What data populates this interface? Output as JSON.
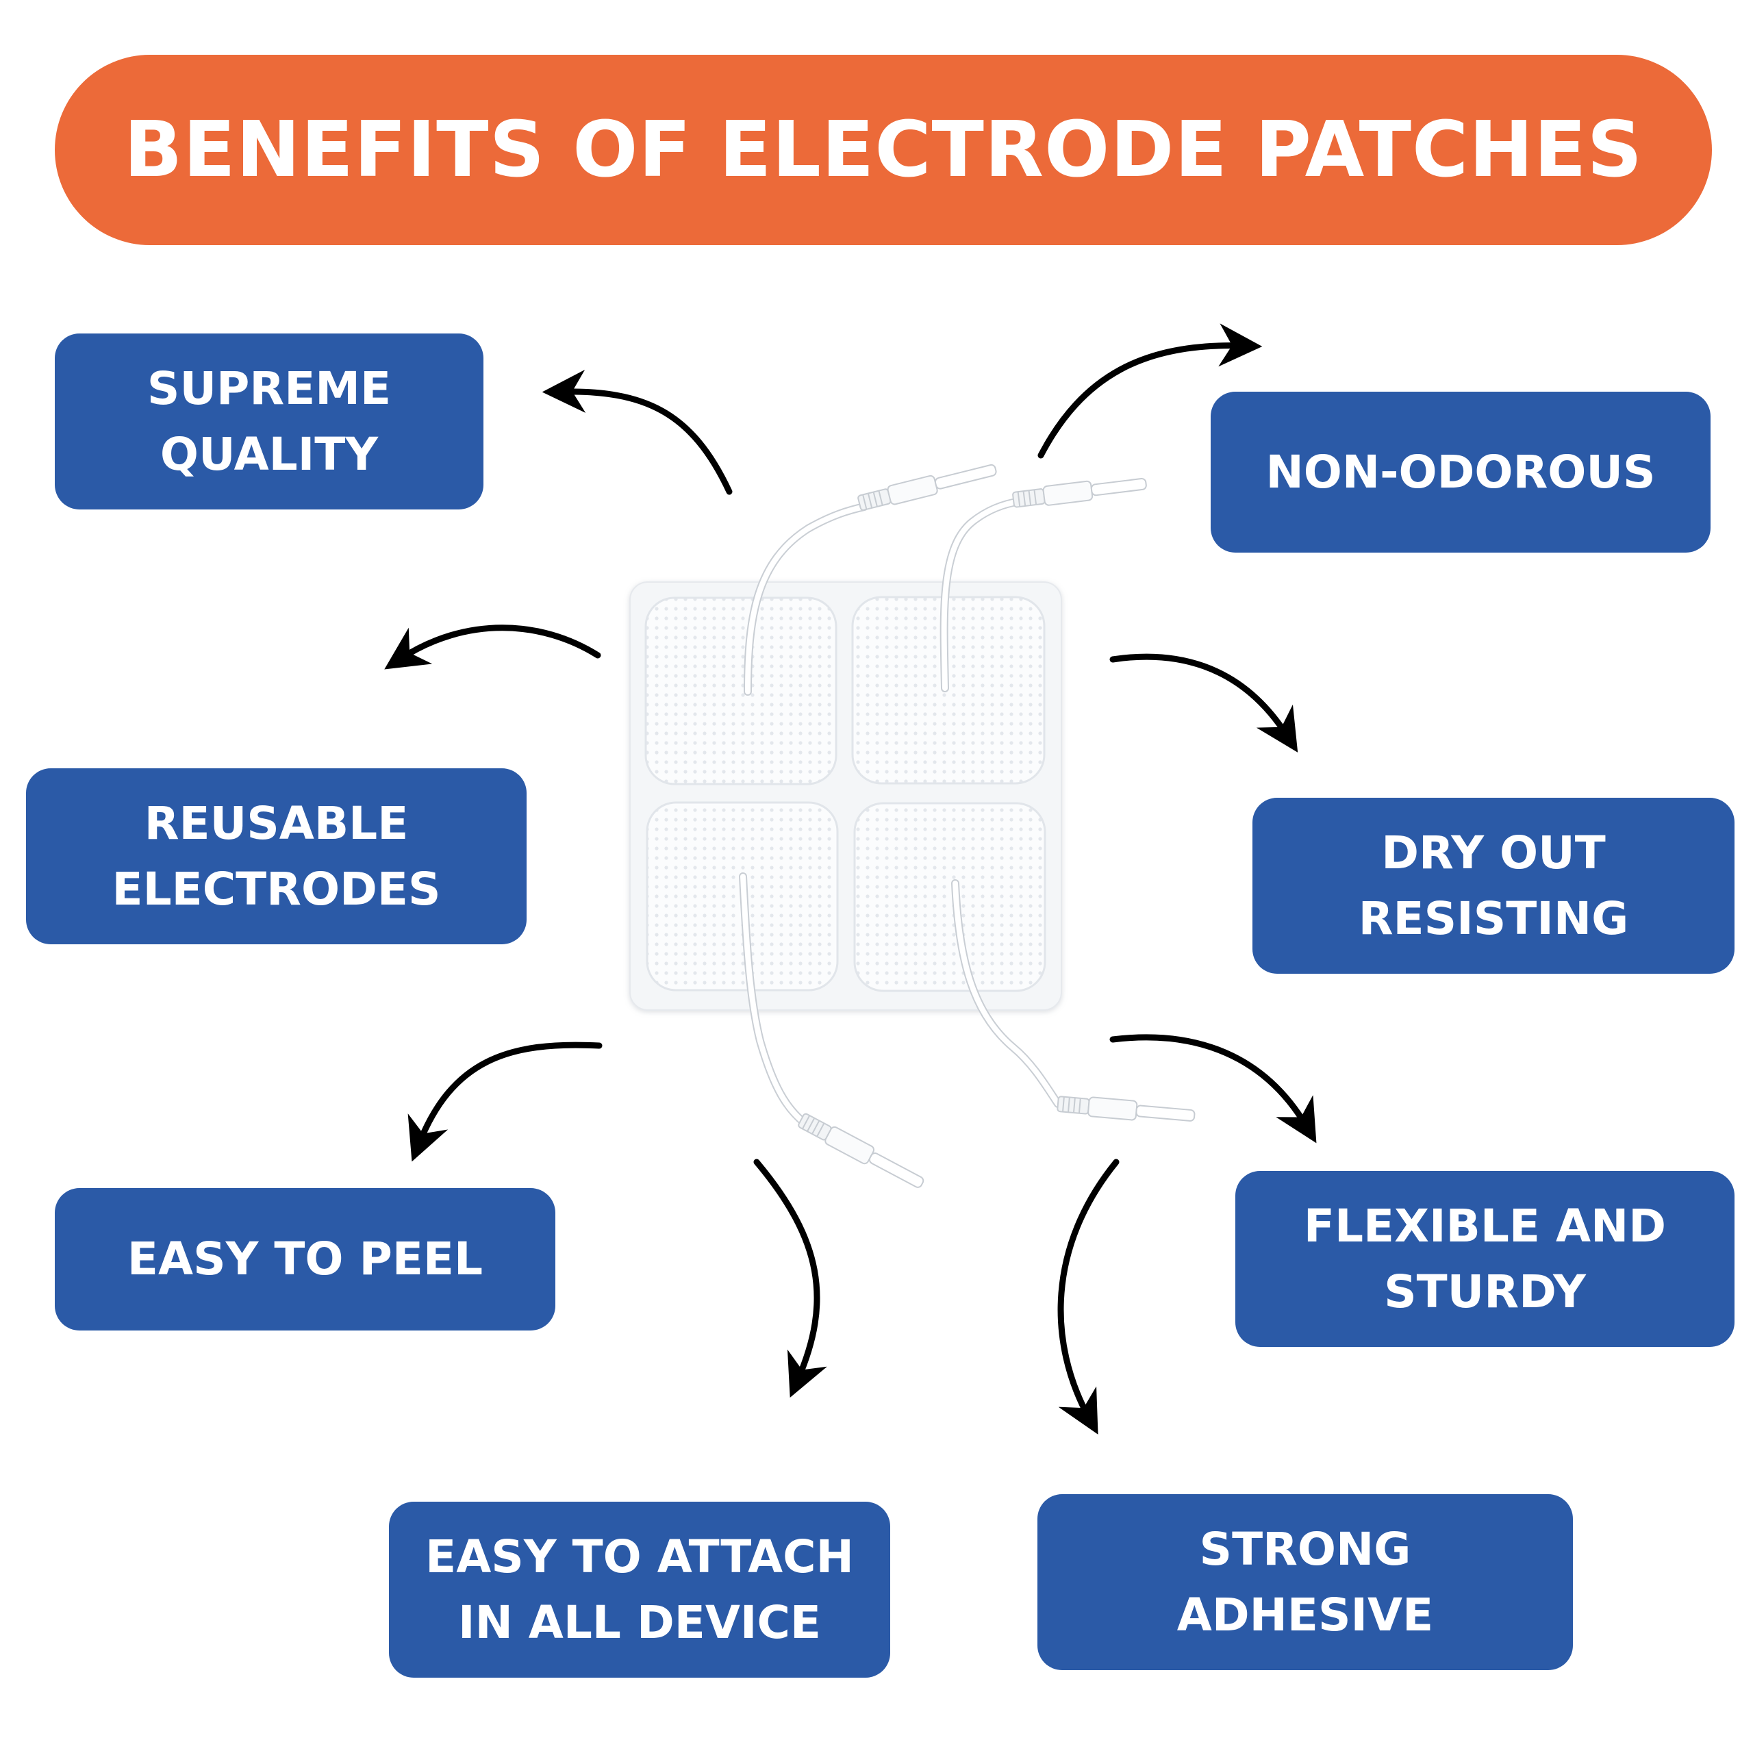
{
  "title": "BENEFITS OF ELECTRODE PATCHES",
  "benefits": {
    "supreme_quality": {
      "line1": "SUPREME",
      "line2": "QUALITY"
    },
    "non_odorous": {
      "line1": "NON-ODOROUS"
    },
    "reusable_electrodes": {
      "line1": "REUSABLE",
      "line2": "ELECTRODES"
    },
    "dry_out_resisting": {
      "line1": "DRY OUT",
      "line2": "RESISTING"
    },
    "easy_to_peel": {
      "line1": "EASY TO PEEL"
    },
    "flexible_and_sturdy": {
      "line1": "FLEXIBLE AND",
      "line2": "STURDY"
    },
    "easy_to_attach": {
      "line1": "EASY TO ATTACH",
      "line2": "IN ALL DEVICE"
    },
    "strong_adhesive": {
      "line1": "STRONG",
      "line2": "ADHESIVE"
    }
  },
  "colors": {
    "banner": "#EC6A39",
    "box": "#2B5AA7",
    "text": "#FFFFFF",
    "arrow": "#000000"
  }
}
